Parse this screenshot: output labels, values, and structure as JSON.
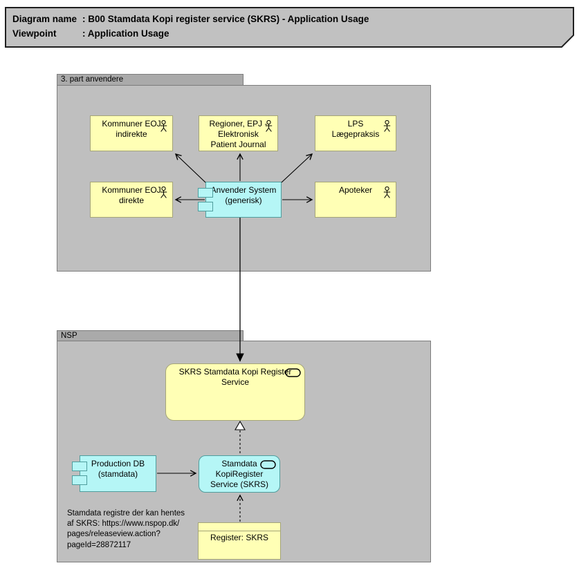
{
  "title": {
    "rows": [
      {
        "label": "Diagram name",
        "value": ": B00 Stamdata Kopi register service (SKRS) - Application Usage"
      },
      {
        "label": "Viewpoint",
        "value": ": Application Usage"
      }
    ]
  },
  "groups": {
    "third_party": {
      "label": "3. part anvendere"
    },
    "nsp": {
      "label": "NSP"
    }
  },
  "actors": {
    "kommuner_indirekte": {
      "label": "Kommuner EOJ\nindirekte"
    },
    "regioner": {
      "label": "Regioner, EPJ -\nElektronisk\nPatient Journal"
    },
    "lps": {
      "label": "LPS\nLægepraksis"
    },
    "kommuner_direkte": {
      "label": "Kommuner EOJ\ndirekte"
    },
    "apoteker": {
      "label": "Apoteker"
    }
  },
  "components": {
    "anvender": {
      "label": "Anvender System\n(generisk)"
    },
    "production_db": {
      "label": "Production DB\n(stamdata)"
    },
    "stamdata_kopi": {
      "label": "Stamdata\nKopiRegister\nService (SKRS)"
    }
  },
  "services": {
    "skrs": {
      "label": "SKRS Stamdata Kopi Register\nService"
    }
  },
  "objects": {
    "register": {
      "label": "Register: SKRS"
    }
  },
  "note": {
    "text": "Stamdata registre der kan hentes\naf SKRS: https://www.nspop.dk/\npages/releaseview.action?\npageId=28872117"
  },
  "colors": {
    "element_yellow": "#ffffb5",
    "element_cyan": "#b5f6f6",
    "group_body_gray": "#bfbfbf",
    "group_tab_gray": "#aaaaaa",
    "title_gray": "#c1c1c1",
    "line_black": "#000000"
  }
}
